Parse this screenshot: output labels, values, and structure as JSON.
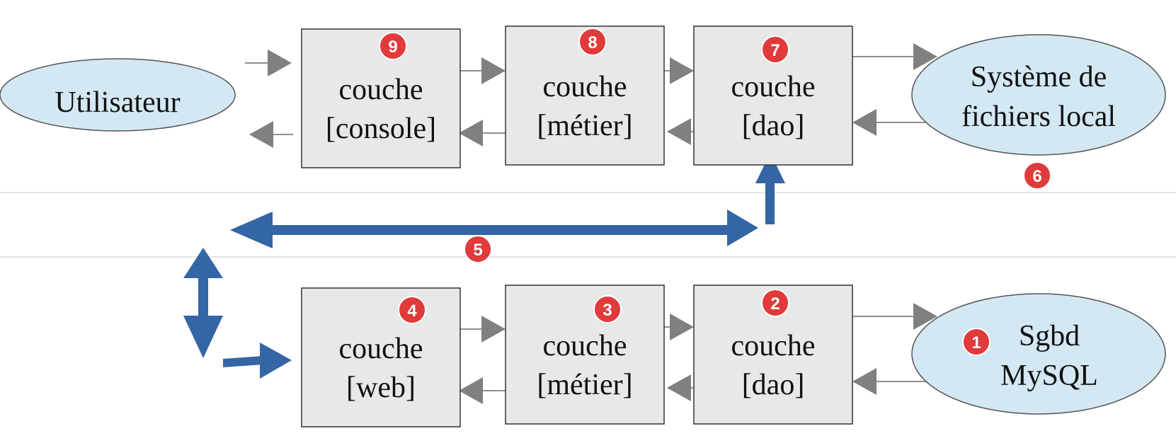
{
  "colors": {
    "box_fill": "#e8e8e8",
    "box_stroke": "#333333",
    "ellipse_fill": "#d3e8f3",
    "ellipse_stroke": "#555555",
    "thin_arrow": "#808080",
    "thick_arrow": "#3465a4",
    "badge": "#e03a3a",
    "separator": "#c8c8c8"
  },
  "nodes": {
    "utilisateur": [
      "Utilisateur"
    ],
    "fs_local": [
      "Système de",
      "fichiers local"
    ],
    "sgbd": [
      "Sgbd",
      "MySQL"
    ],
    "top_console": [
      "couche",
      "[console]"
    ],
    "top_metier": [
      "couche",
      "[métier]"
    ],
    "top_dao": [
      "couche",
      "[dao]"
    ],
    "bottom_web": [
      "couche",
      "[web]"
    ],
    "bottom_metier": [
      "couche",
      "[métier]"
    ],
    "bottom_dao": [
      "couche",
      "[dao]"
    ]
  },
  "badges": {
    "b1": "1",
    "b2": "2",
    "b3": "3",
    "b4": "4",
    "b5": "5",
    "b6": "6",
    "b7": "7",
    "b8": "8",
    "b9": "9"
  }
}
